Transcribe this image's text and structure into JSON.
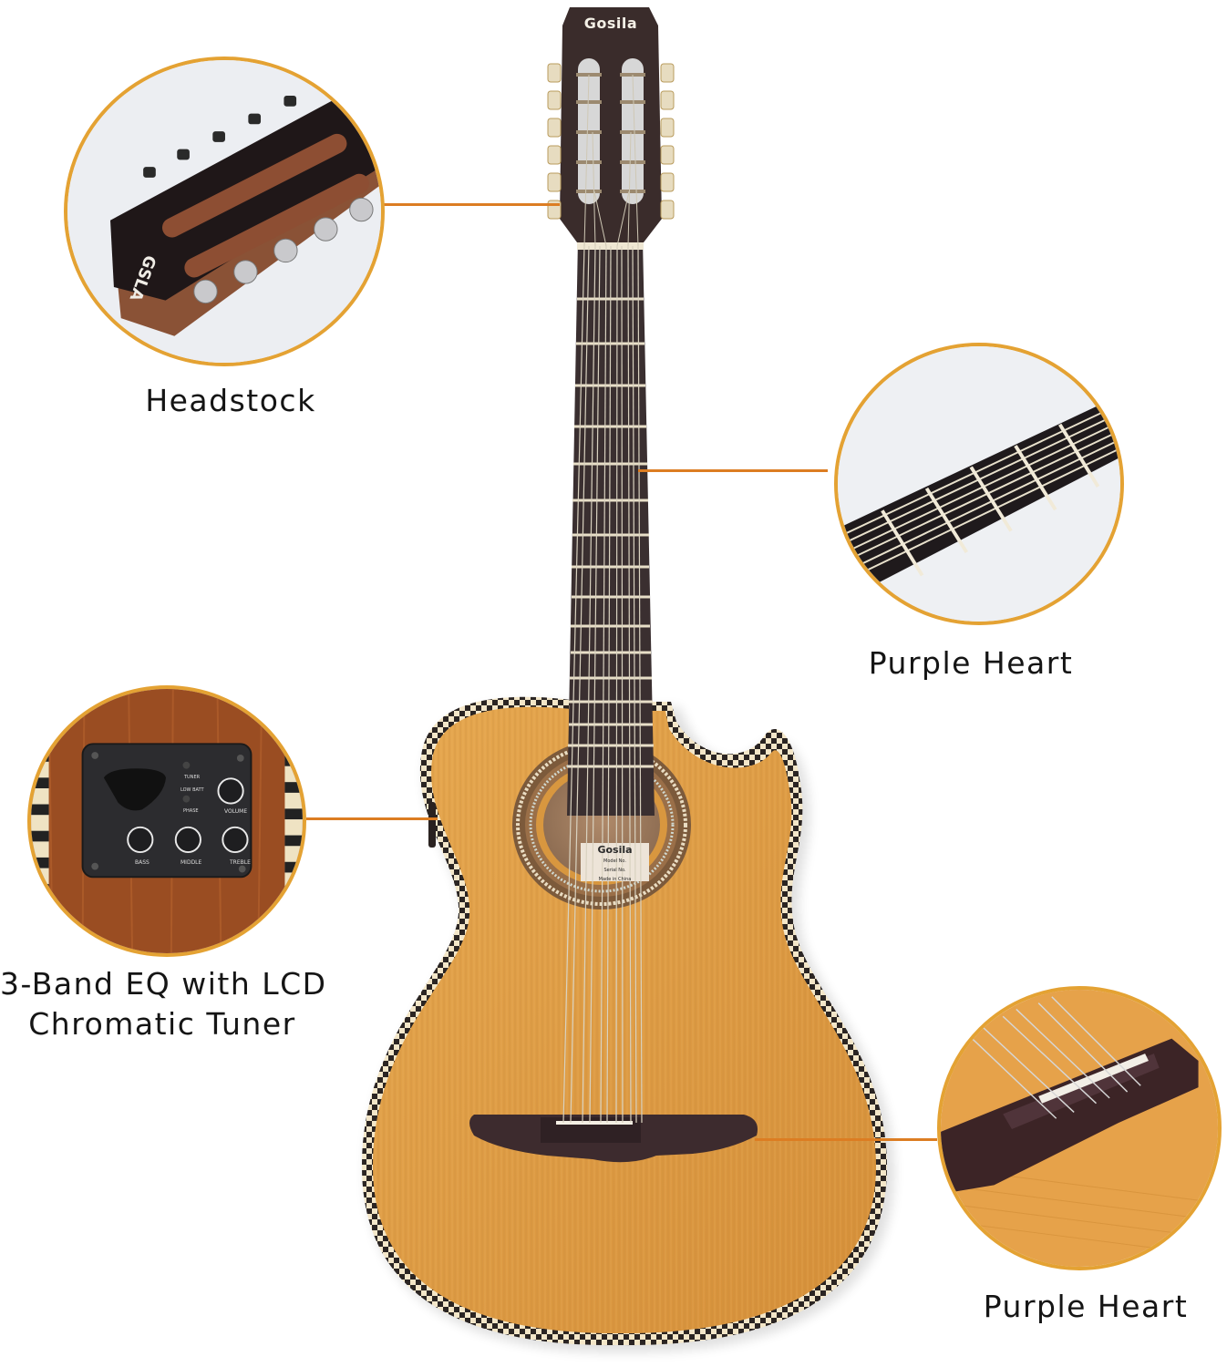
{
  "product": {
    "brand_logo": "Gosila",
    "soundhole_label": {
      "brand": "Gosila",
      "model_no_label": "Model No.",
      "serial_no_label": "Serial No.",
      "origin": "Made in China"
    }
  },
  "colors": {
    "callout_border": "#e4a233",
    "callout_line": "#dc7d22",
    "top_wood": "#e0a04a",
    "fretboard": "#3a2f30",
    "background": "#ffffff"
  },
  "callouts": [
    {
      "id": "headstock",
      "caption": "Headstock"
    },
    {
      "id": "fretboard",
      "caption": "Purple  Heart"
    },
    {
      "id": "eq",
      "caption_line1": "3-Band EQ with LCD",
      "caption_line2": "Chromatic Tuner"
    },
    {
      "id": "bridge",
      "caption": "Purple  Heart"
    }
  ],
  "eq_panel": {
    "tuner_label": "TUNER",
    "low_batt_label": "LOW BATT",
    "volume_label": "VOLUME",
    "phase_label": "PHASE",
    "bass_label": "BASS",
    "middle_label": "MIDDLE",
    "treble_label": "TREBLE"
  }
}
